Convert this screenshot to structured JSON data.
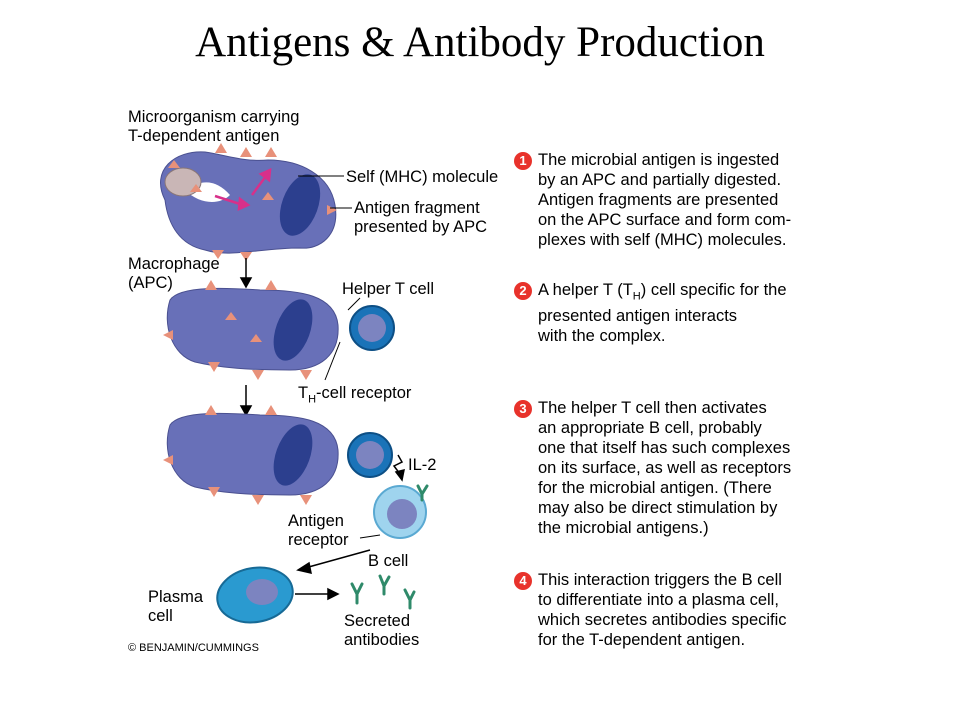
{
  "title": "Antigens & Antibody Production",
  "labels": {
    "microorganism": "Microorganism carrying\nT-dependent antigen",
    "self_mhc": "Self (MHC) molecule",
    "antigen_fragment": "Antigen fragment\npresented by APC",
    "macrophage": "Macrophage\n(APC)",
    "helper_t": "Helper T cell",
    "th_receptor": "T",
    "th_receptor_sub": "H",
    "th_receptor_rest": "-cell receptor",
    "il2": "IL-2",
    "antigen_receptor": "Antigen\nreceptor",
    "b_cell": "B cell",
    "plasma_cell": "Plasma\ncell",
    "secreted": "Secreted\nantibodies"
  },
  "steps": [
    {
      "num": "1",
      "text": "The microbial antigen is ingested\nby an APC and partially digested.\nAntigen fragments are presented\non the APC surface and form com-\nplexes with self (MHC) molecules."
    },
    {
      "num": "2",
      "text_pre": "A helper T (T",
      "text_sub": "H",
      "text_post": ") cell specific for the\npresented antigen interacts\nwith the complex."
    },
    {
      "num": "3",
      "text": "The helper T cell then activates\nan appropriate B cell, probably\none that itself has such complexes\non its surface, as well as receptors\nfor the microbial antigen. (There\nmay also be direct stimulation by\nthe microbial antigens.)"
    },
    {
      "num": "4",
      "text": "This interaction triggers the B cell\nto differentiate into a plasma cell,\nwhich secretes antibodies specific\nfor the T-dependent antigen."
    }
  ],
  "copyright": "© BENJAMIN/CUMMINGS",
  "colors": {
    "apc": "#6870b8",
    "nucleus": "#2c3f8e",
    "spike": "#e8917a",
    "tcell": "#1a73b8",
    "bcell": "#9fd4ee",
    "plasma": "#2a9ad0",
    "badge": "#e8322b"
  }
}
